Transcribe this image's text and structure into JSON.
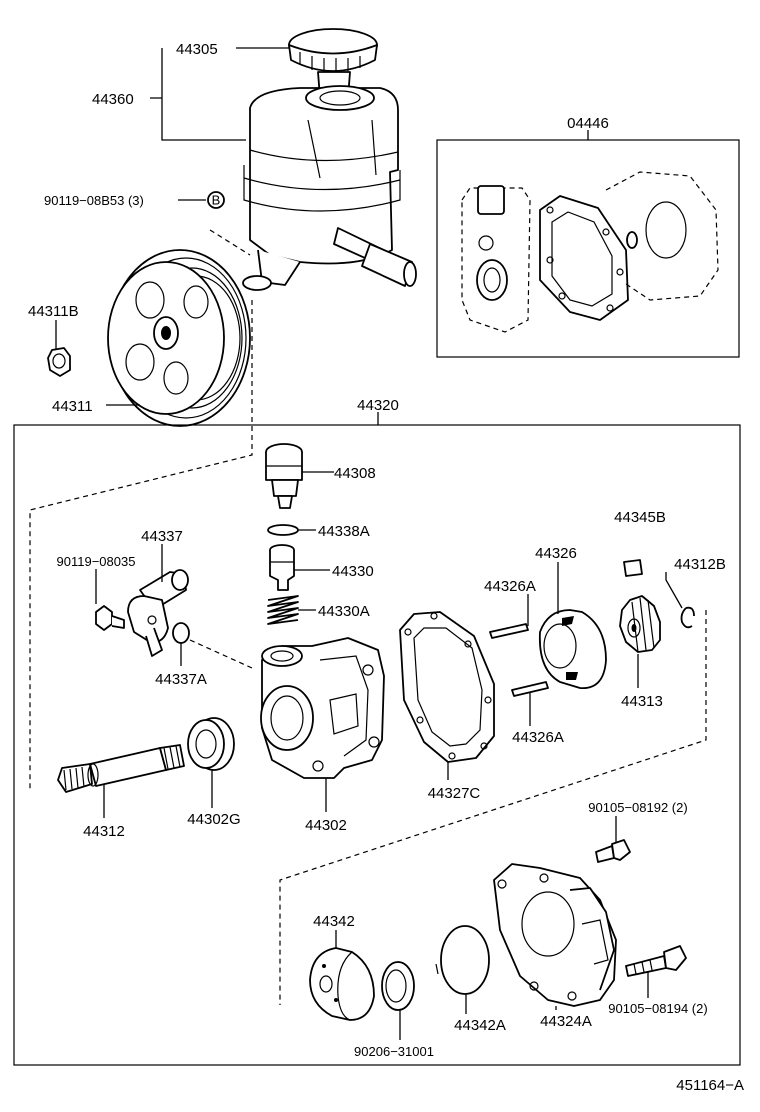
{
  "parts": {
    "p44305": "44305",
    "p44360": "44360",
    "p04446": "04446",
    "p90119_08B53": "90119−08B53 (3)",
    "p44311B": "44311B",
    "p44311": "44311",
    "p44320": "44320",
    "p44308": "44308",
    "p44338A": "44338A",
    "p44330": "44330",
    "p44330A": "44330A",
    "p44337": "44337",
    "p90119_08035": "90119−08035",
    "p44337A": "44337A",
    "p44326A_top": "44326A",
    "p44326": "44326",
    "p44345B": "44345B",
    "p44312B": "44312B",
    "p44313": "44313",
    "p44326A_bottom": "44326A",
    "p44327C": "44327C",
    "p44302": "44302",
    "p44302G": "44302G",
    "p44312": "44312",
    "p90105_08192": "90105−08192 (2)",
    "p44342": "44342",
    "p90206_31001": "90206−31001",
    "p44342A": "44342A",
    "p44324A": "44324A",
    "p90105_08194": "90105−08194 (2)"
  },
  "markers": {
    "b_marker": "B"
  },
  "diagram_code": "451164−A"
}
